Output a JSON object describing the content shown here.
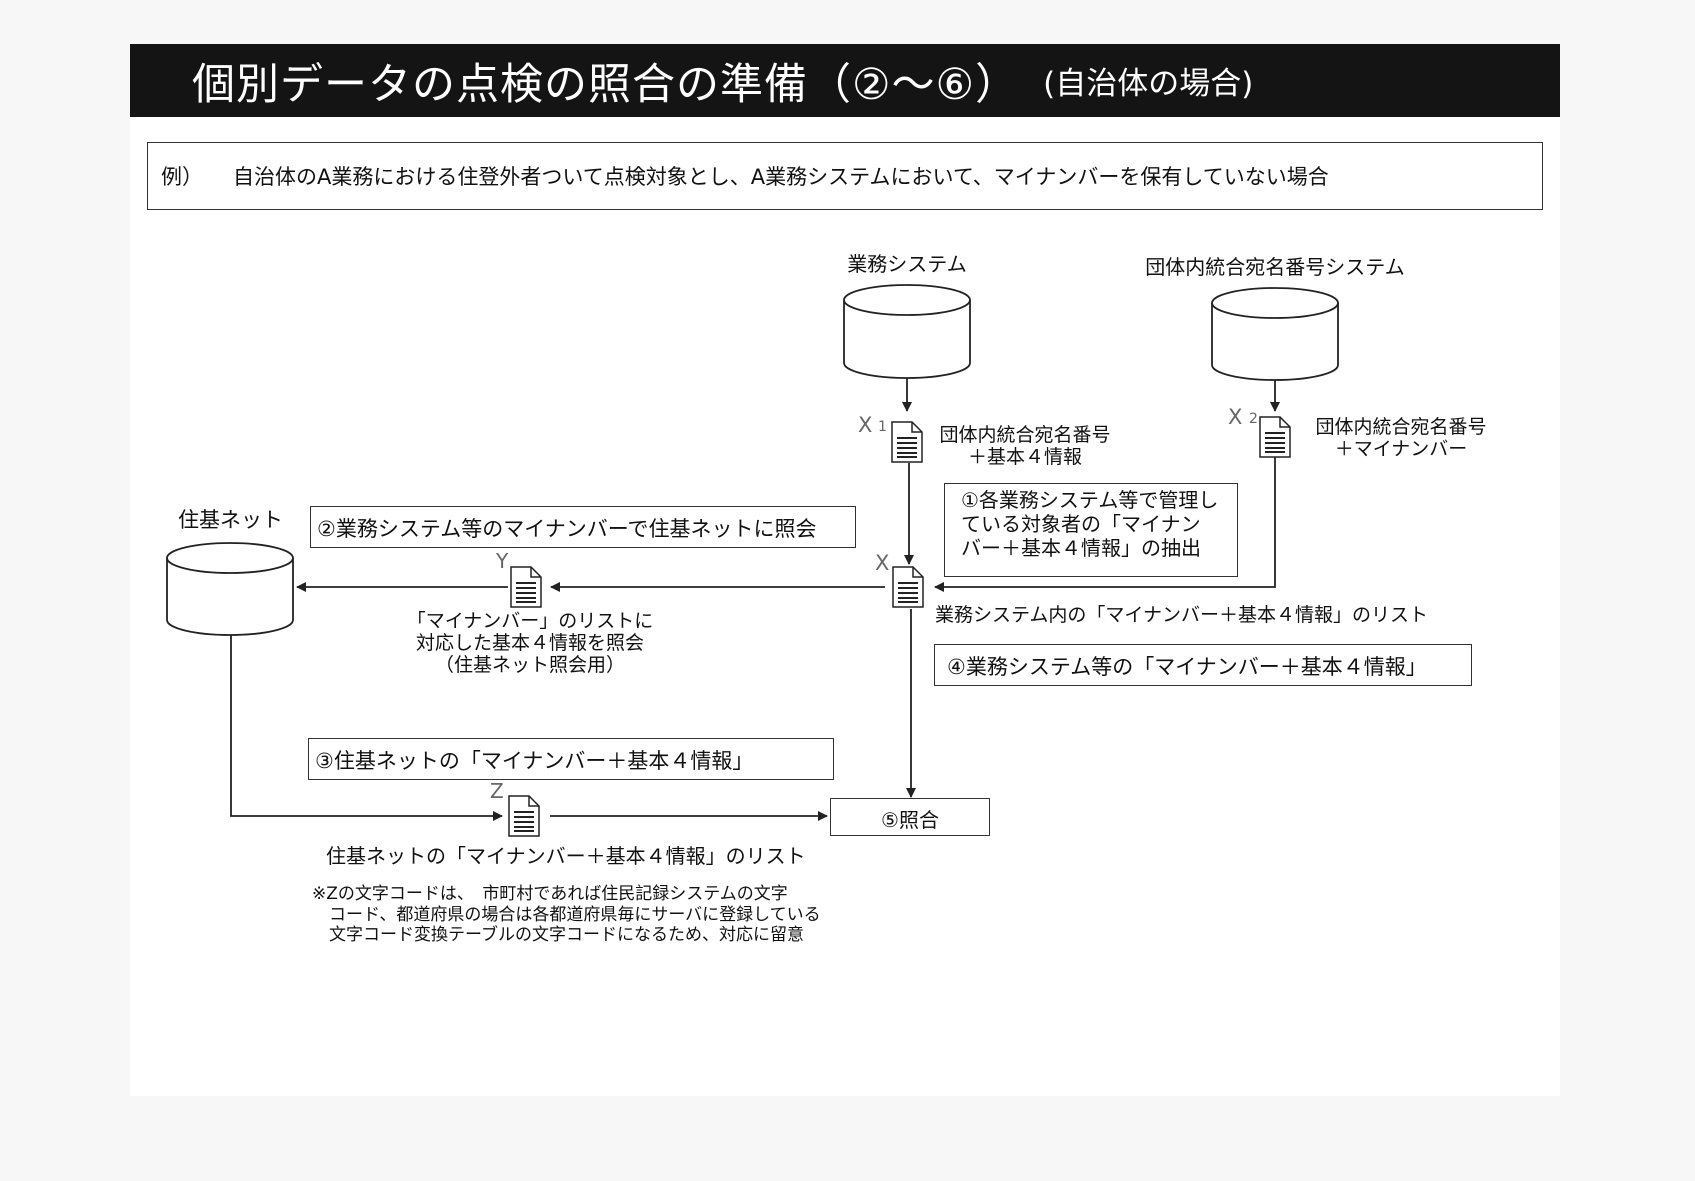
{
  "title": {
    "main": "個別データの点検の照合の準備（②～⑥）",
    "sub": "(自治体の場合)"
  },
  "example": {
    "label": "例）",
    "text": "自治体のA業務における住登外者ついて点検対象とし、A業務システムにおいて、マイナンバーを保有していない場合"
  },
  "systems": {
    "business_system": "業務システム",
    "integrated_address_system": "団体内統合宛名番号システム",
    "juki_net": "住基ネット"
  },
  "files": {
    "x1_marker": "X",
    "x1_sub": "1",
    "x1_label_line1": "団体内統合宛名番号",
    "x1_label_line2": "＋基本４情報",
    "x2_marker": "X",
    "x2_sub": "2",
    "x2_label_line1": "団体内統合宛名番号",
    "x2_label_line2": "＋マイナンバー",
    "x_marker": "X",
    "x_label": "業務システム内の「マイナンバー＋基本４情報」のリスト",
    "y_marker": "Y",
    "y_label_line1": "「マイナンバー」のリストに",
    "y_label_line2": "対応した基本４情報を照会",
    "y_label_line3": "（住基ネット照会用）",
    "z_marker": "Z",
    "z_label": "住基ネットの「マイナンバー＋基本４情報」のリスト"
  },
  "steps": {
    "step1_line1": "①各業務システム等で管理し",
    "step1_line2": "ている対象者の「マイナン",
    "step1_line3": "バー＋基本４情報」の抽出",
    "step2": "②業務システム等のマイナンバーで住基ネットに照会",
    "step3": "③住基ネットの「マイナンバー＋基本４情報」",
    "step4": "④業務システム等の「マイナンバー＋基本４情報」",
    "step5": "⑤照合"
  },
  "note": {
    "line1": "※Zの文字コードは、　市町村であれば住民記録システムの文字",
    "line2": "　コード、都道府県の場合は各都道府県毎にサーバに登録している",
    "line3": "　文字コード変換テーブルの文字コードになるため、対応に留意"
  },
  "colors": {
    "title_bar": "#141414",
    "line": "#222222",
    "page": "#ffffff",
    "background": "#f7f7f7"
  }
}
